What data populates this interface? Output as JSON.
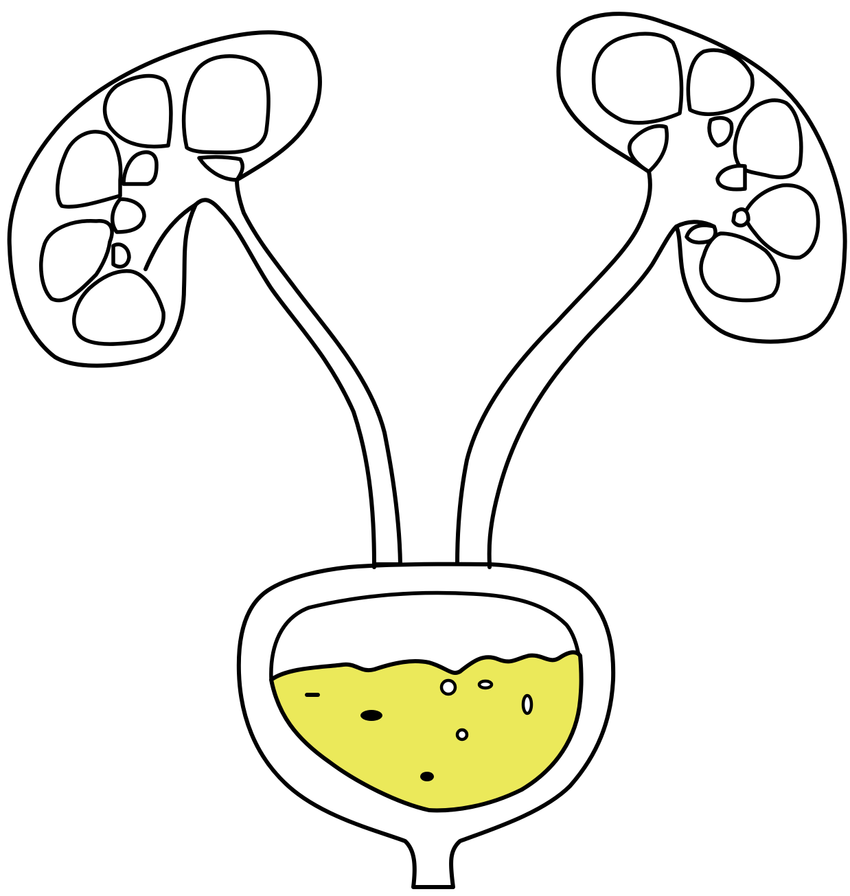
{
  "colors": {
    "outline": "#000000",
    "background": "#ffffff",
    "urine": "#ebe95a"
  },
  "parts": [
    "left-kidney",
    "right-kidney",
    "left-ureter",
    "right-ureter",
    "bladder",
    "urine",
    "urethra"
  ]
}
